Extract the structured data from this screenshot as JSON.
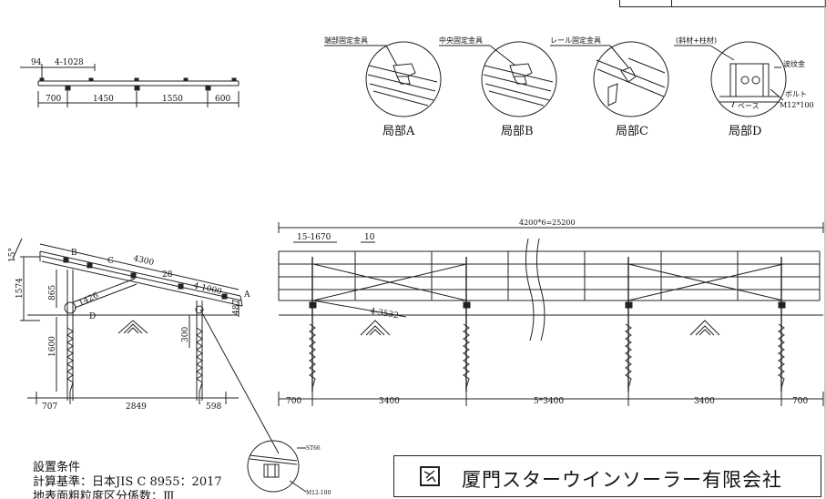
{
  "title_block": {
    "cell_label": "",
    "cell_value": ""
  },
  "top_view": {
    "dims_top": [
      "94",
      "4-1028"
    ],
    "dims_bottom": [
      "700",
      "1450",
      "1550",
      "600"
    ]
  },
  "details": [
    {
      "caption": "局部A",
      "label": "端部固定金具"
    },
    {
      "caption": "局部B",
      "label": "中央固定金具"
    },
    {
      "caption": "局部C",
      "label": "レール固定金具"
    },
    {
      "caption": "局部D",
      "label": "(斜材+柱材)",
      "extra": [
        "波纹金",
        "ボルト",
        "ベース",
        "M12*100"
      ]
    }
  ],
  "side_view": {
    "angle": "15°",
    "labels": [
      "B",
      "C",
      "A",
      "D"
    ],
    "dims": [
      "4300",
      "28",
      "4-1000",
      "1574",
      "865",
      "1426",
      "487",
      "1600",
      "300"
    ],
    "dims_bottom": [
      "707",
      "2849",
      "598"
    ]
  },
  "front_view": {
    "overall": "4200*6=25200",
    "dims_top": [
      "15-1670",
      "10"
    ],
    "brace": "4-3532",
    "dims_bottom": [
      "700",
      "3400",
      "5*3400",
      "3400",
      "700"
    ]
  },
  "screw_detail": {
    "labels": [
      "ST66",
      "M12-100"
    ]
  },
  "conditions": {
    "title": "設置条件",
    "line1": "計算基準：日本JIS C 8955：2017",
    "line2": "地表面粗粒度区分係数：Ⅲ"
  },
  "company": {
    "name": "厦門スターウインソーラー有限会社"
  }
}
